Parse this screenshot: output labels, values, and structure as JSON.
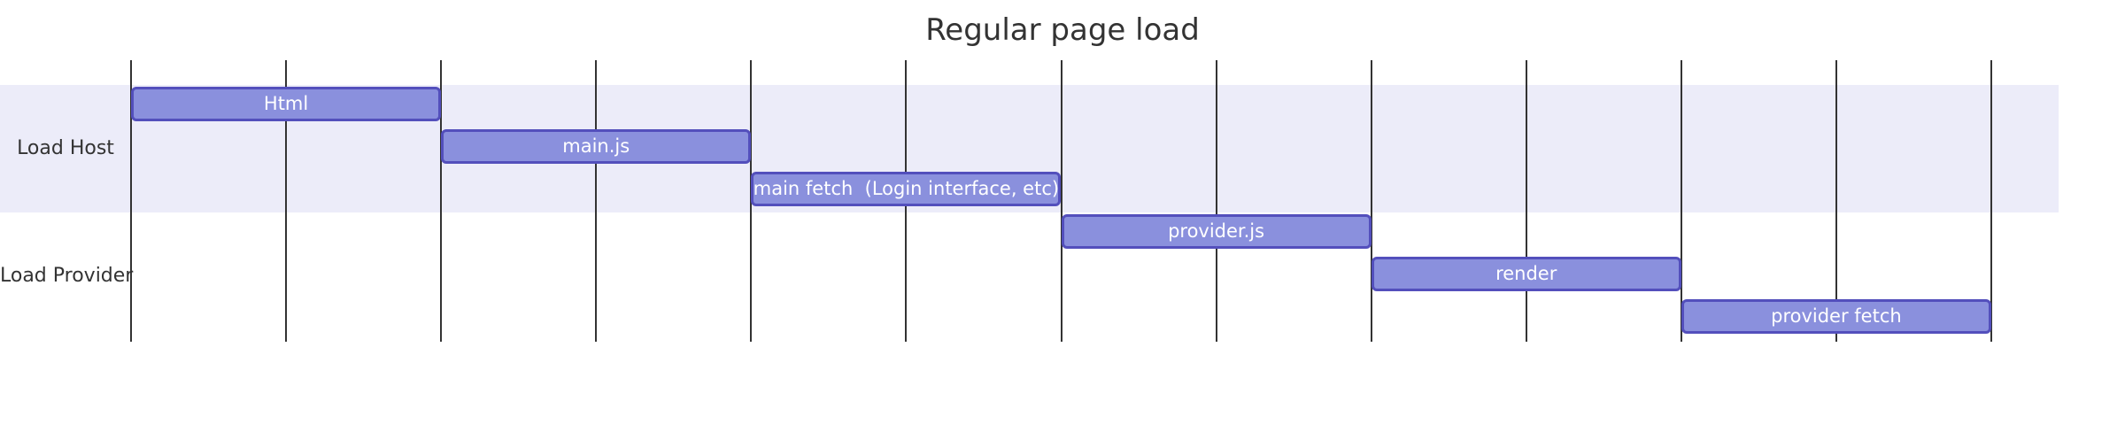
{
  "title": "Regular page load",
  "colors": {
    "background": "#ffffff",
    "title_text": "#333333",
    "section_label_text": "#333333",
    "grid_line": "#333333",
    "section_band_fill": "#ECECF9",
    "task_fill": "#8A90DD",
    "task_border": "#534FBC",
    "task_text": "#ffffff"
  },
  "chart_data": {
    "type": "bar",
    "subtype": "gantt-timeline",
    "title": "Regular page load",
    "xlabel": "",
    "ylabel": "",
    "x_axis": {
      "range": [
        0,
        12
      ],
      "gridline_count": 13,
      "tick_labels": [],
      "grid": true
    },
    "legend": false,
    "sections": [
      {
        "name": "Load Host",
        "tasks": [
          {
            "label": "Html",
            "start": 0,
            "end": 2
          },
          {
            "label": "main.js",
            "start": 2,
            "end": 4
          },
          {
            "label": "main fetch  (Login interface, etc)",
            "start": 4,
            "end": 6
          }
        ]
      },
      {
        "name": "Load Provider",
        "tasks": [
          {
            "label": "provider.js",
            "start": 6,
            "end": 8
          },
          {
            "label": "render",
            "start": 8,
            "end": 10
          },
          {
            "label": "provider fetch",
            "start": 10,
            "end": 12
          }
        ]
      }
    ]
  }
}
